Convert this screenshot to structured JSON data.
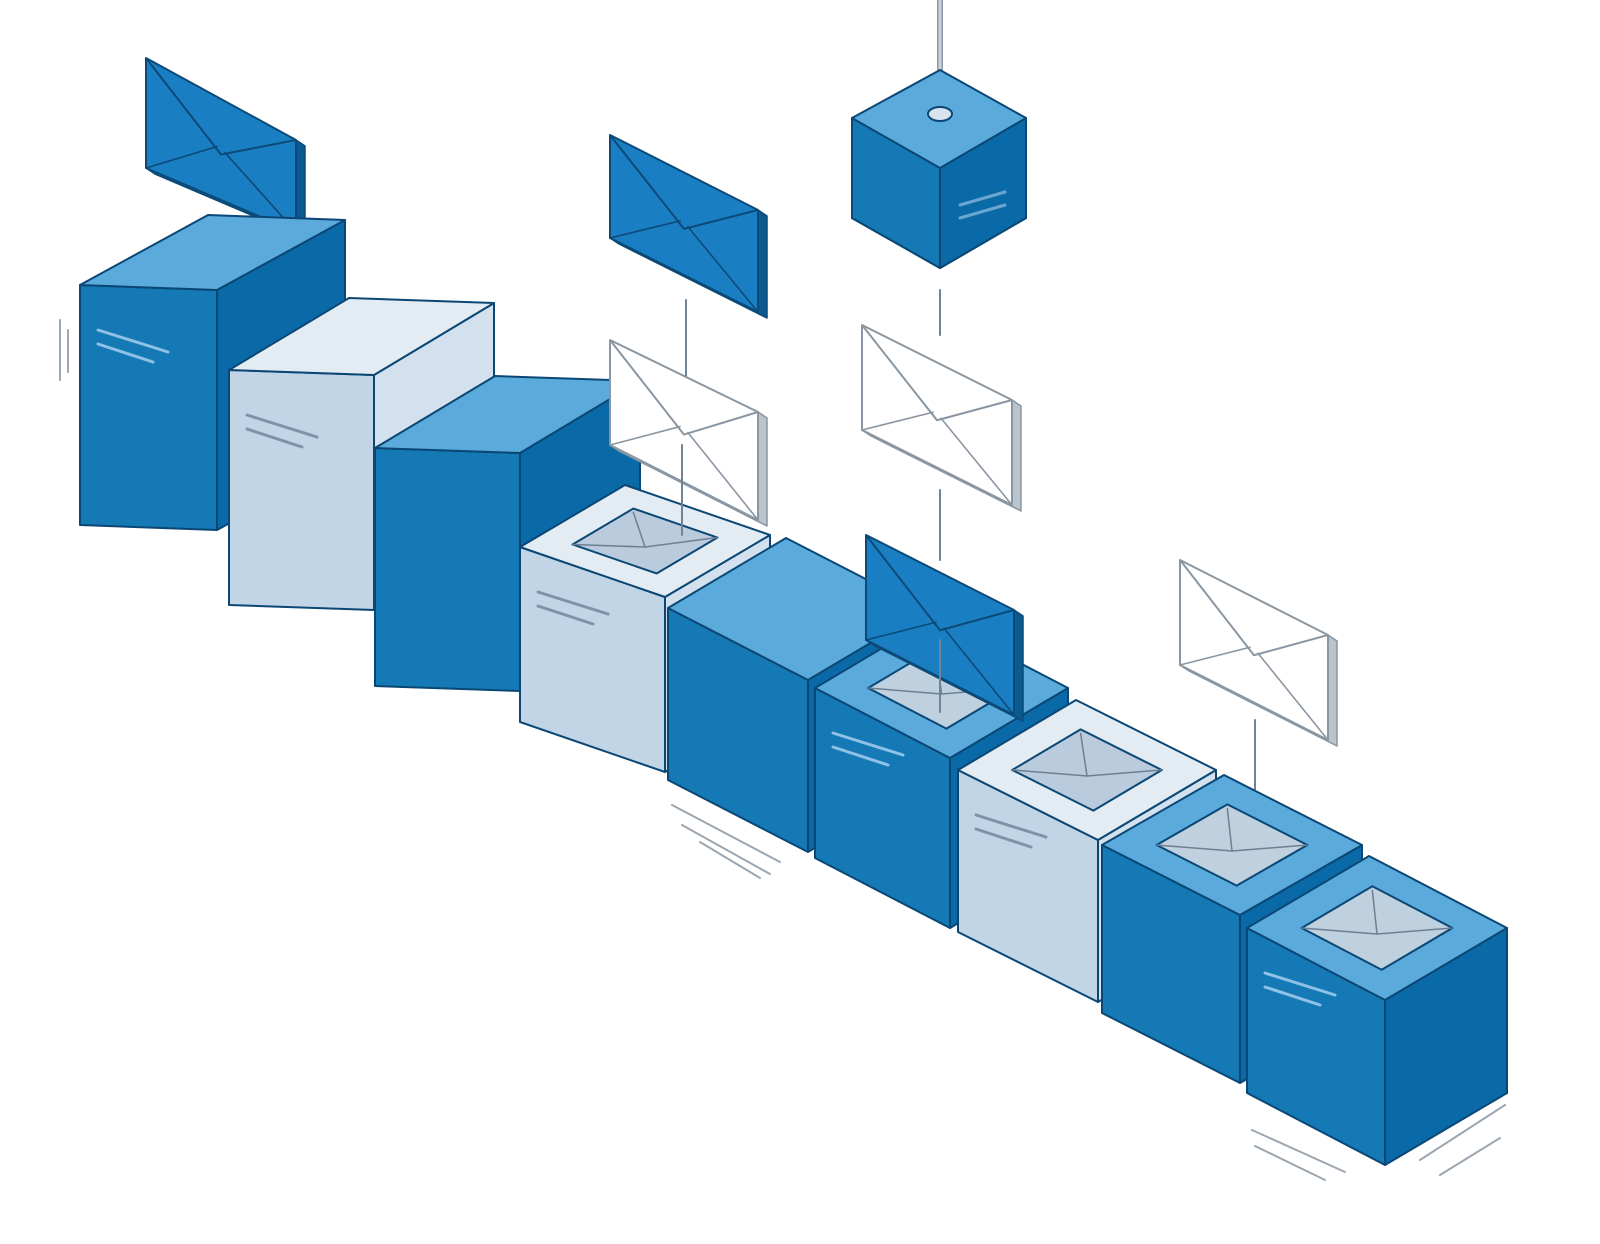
{
  "illustration": {
    "palette": {
      "blue_top": "#5aaadc",
      "blue_left": "#1479b5",
      "blue_right": "#0a6aa8",
      "light_top": "#e3ecf3",
      "light_left": "#c2d5e6",
      "light_right": "#d3e1ee",
      "outline": "#0b4774",
      "envelope_blue": "#1a7fc2",
      "envelope_light": "#ffffff"
    },
    "cubes": [
      {
        "name": "cube-1",
        "style": "blue",
        "open": false
      },
      {
        "name": "cube-2",
        "style": "light",
        "open": false
      },
      {
        "name": "cube-3",
        "style": "blue",
        "open": false
      },
      {
        "name": "cube-4",
        "style": "light",
        "open": true
      },
      {
        "name": "cube-5",
        "style": "blue",
        "open": false
      },
      {
        "name": "cube-6",
        "style": "blue",
        "open": true
      },
      {
        "name": "cube-7",
        "style": "light",
        "open": true
      },
      {
        "name": "cube-8",
        "style": "blue",
        "open": true
      },
      {
        "name": "cube-9",
        "style": "blue",
        "open": true
      }
    ],
    "envelopes": [
      {
        "name": "envelope-1",
        "style": "blue"
      },
      {
        "name": "envelope-2",
        "style": "blue"
      },
      {
        "name": "envelope-3",
        "style": "light"
      },
      {
        "name": "envelope-4",
        "style": "light"
      },
      {
        "name": "envelope-5",
        "style": "blue"
      },
      {
        "name": "envelope-6",
        "style": "light"
      }
    ],
    "hanging_cube": {
      "name": "hanging-cube",
      "style": "blue"
    }
  }
}
